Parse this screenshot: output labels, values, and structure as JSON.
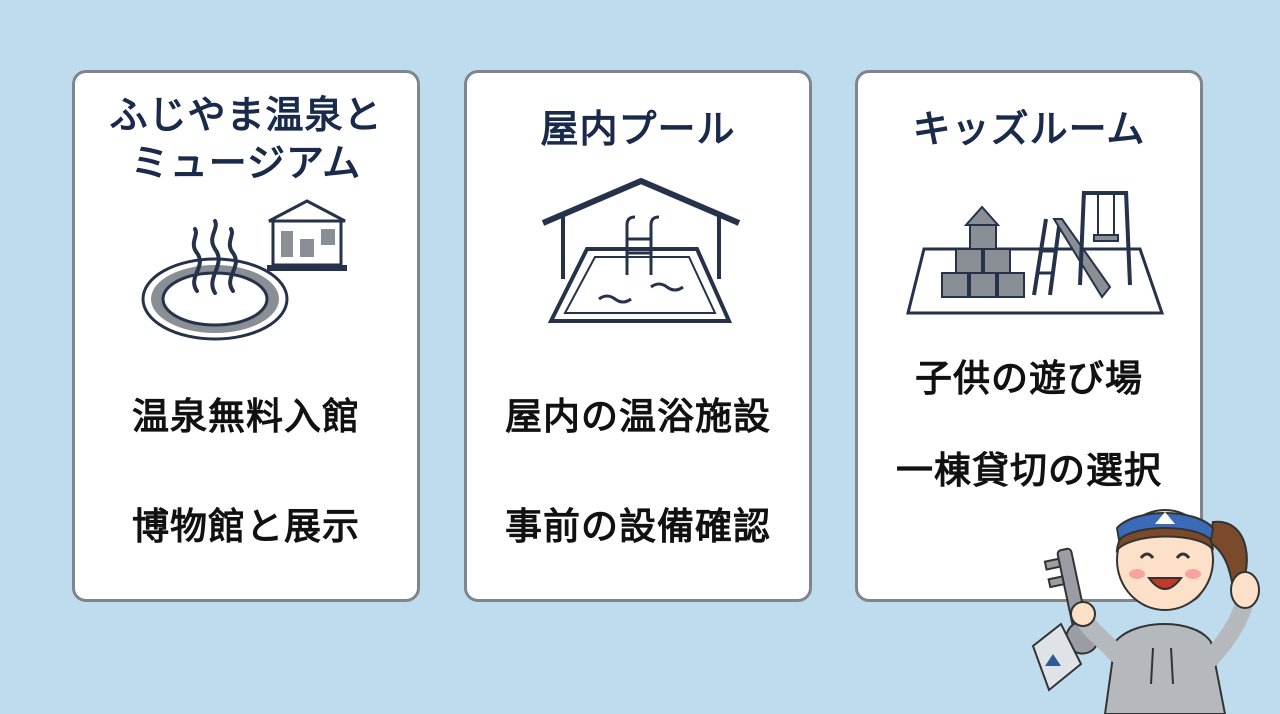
{
  "colors": {
    "background": "#bfdcee",
    "card": "#ffffff",
    "card_border": "#7f858b",
    "title": "#1a2a4a",
    "icon_stroke": "#25324a",
    "icon_fill": "#8a8f96"
  },
  "cards": [
    {
      "title_lines": [
        "ふじやま温泉と",
        "ミュージアム"
      ],
      "icon": "hot-spring-museum-icon",
      "items": [
        "温泉無料入館",
        "博物館と展示"
      ]
    },
    {
      "title_lines": [
        "屋内プール"
      ],
      "icon": "indoor-pool-icon",
      "items": [
        "屋内の温浴施設",
        "事前の設備確認"
      ]
    },
    {
      "title_lines": [
        "キッズルーム"
      ],
      "icon": "playground-icon",
      "items": [
        "子供の遊び場",
        "一棟貸切の選択"
      ]
    }
  ],
  "mascot": {
    "icon": "mascot-girl-holding-key-icon"
  }
}
